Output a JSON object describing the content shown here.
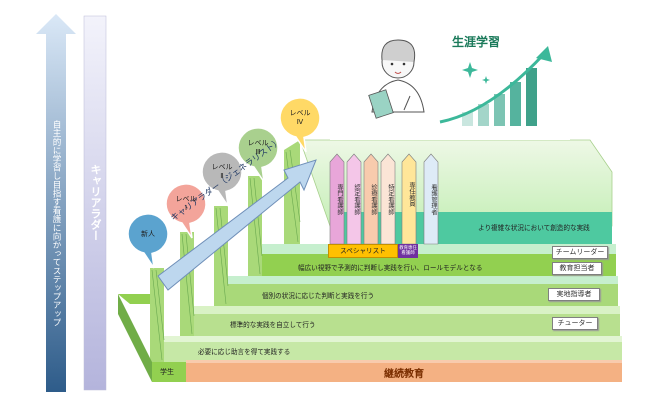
{
  "left_arrow_text": "自主的に学習し目指す看護に向かってステップアップ",
  "career_ladder_label": "キャリアラダー",
  "lifelong_learning_title": "生涯学習",
  "ladder_arrow_label": "キャリアラダー（ジェネラリスト）",
  "bubbles": [
    {
      "label": "新人",
      "sub": "",
      "color": "#5ba3cf"
    },
    {
      "label": "レベル",
      "sub": "Ⅰ",
      "color": "#f3a49a"
    },
    {
      "label": "レベル",
      "sub": "Ⅱ",
      "color": "#b8b8b8"
    },
    {
      "label": "レベル",
      "sub": "Ⅲ",
      "color": "#a9d08e"
    },
    {
      "label": "レベル",
      "sub": "Ⅳ",
      "color": "#ffd966"
    }
  ],
  "step_texts": [
    "必要に応じ助言を得て実践する",
    "標準的な実践を自立して行う",
    "個別の状況に応じた判断と実践を行う",
    "幅広い視野で予測的に判断し実践を行い、ロールモデルとなる",
    "より複雑な状況において創造的な実践"
  ],
  "specialist_columns": [
    {
      "label": "専門看護師",
      "color": "#e8a6d9"
    },
    {
      "label": "認定看護師",
      "color": "#f4c6e8"
    },
    {
      "label": "診療看護師",
      "color": "#f8cbad"
    },
    {
      "label": "特定看護師",
      "color": "#fbe5d6"
    }
  ],
  "specialist_label": "スペシャリスト",
  "dedicated_teacher": "専任教員",
  "education_manager": "教育専任看護師",
  "nursing_manager": "看護管理者",
  "role_tags": [
    "チームリーダー",
    "教育担当者",
    "実地指導者",
    "チューター"
  ],
  "student_label": "学生",
  "continuing_education": "継続教育",
  "colors": {
    "left_arrow_top": "#dae8f7",
    "left_arrow_bottom": "#2e5c8a",
    "career_bar": "#dcdcf0",
    "step_light": "#c6efce",
    "step_green": "#92d050",
    "step_teal": "#4ec9a0",
    "continuing_bar": "#f4b183",
    "ladder_arrow": "#bdd7ee",
    "specialist_bar": "#ffc000",
    "dedicated_teacher": "#ffe699",
    "nursing_manager": "#deebf7",
    "growth_arrow": "#3cb89a"
  }
}
